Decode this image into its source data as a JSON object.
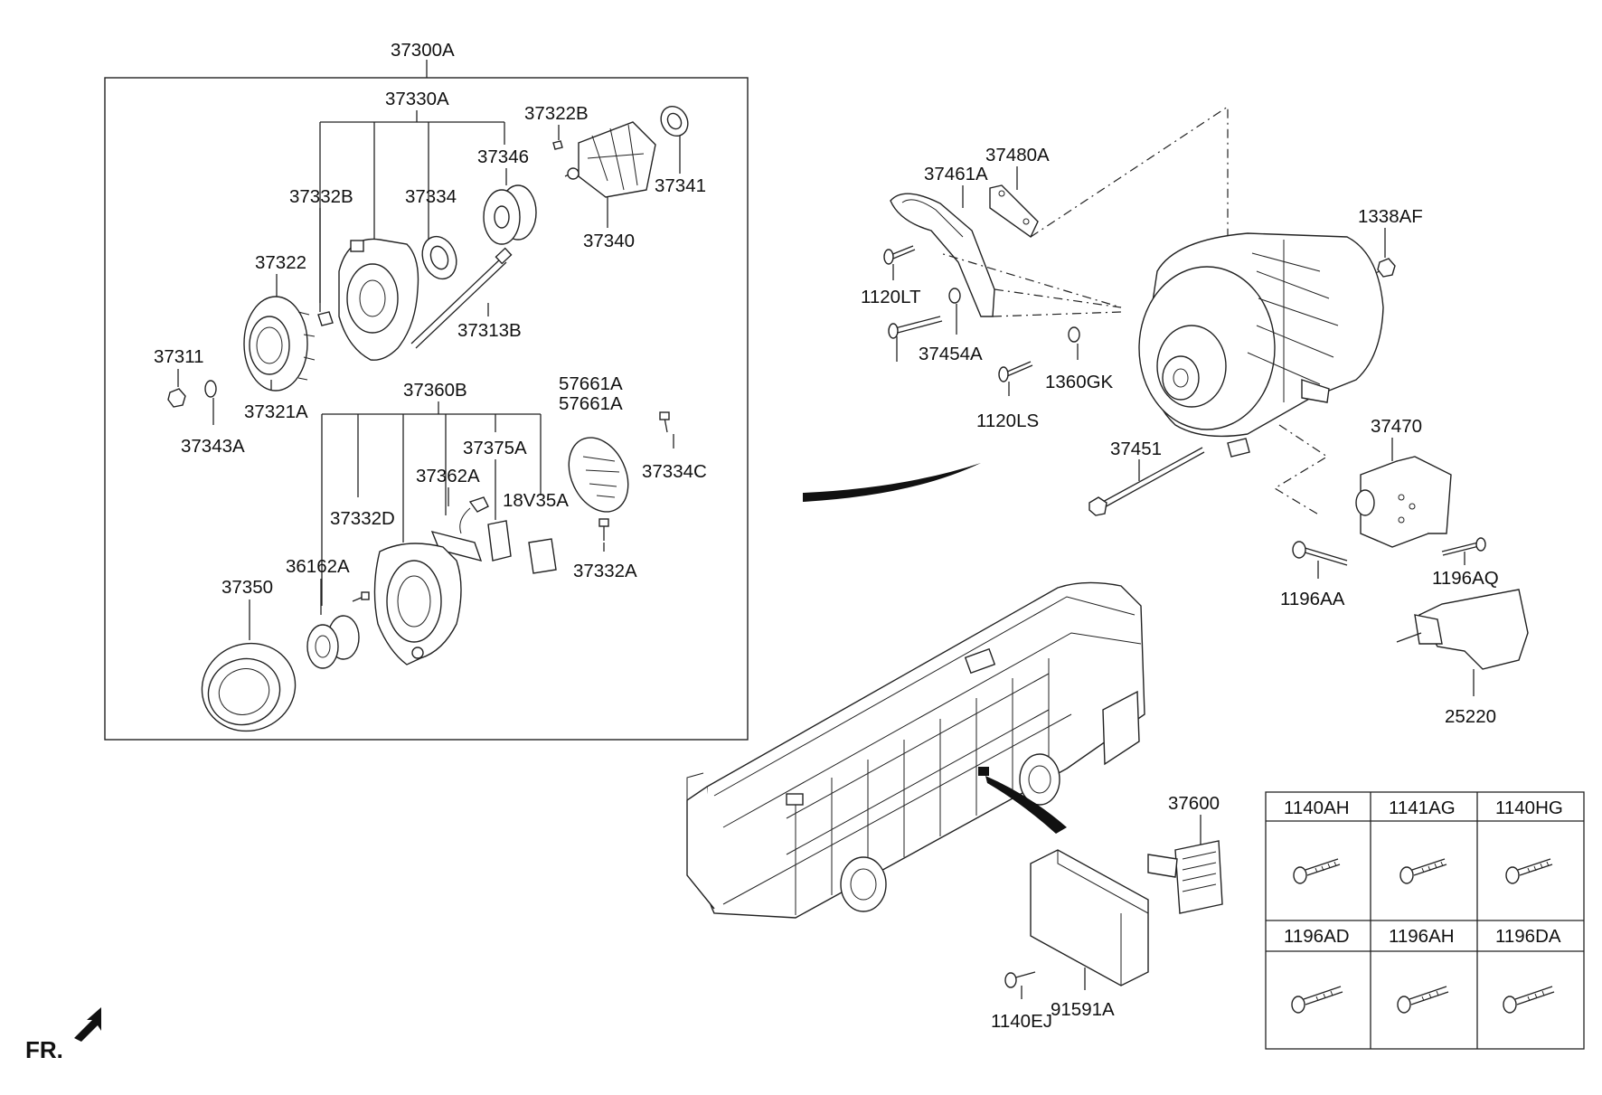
{
  "labels": {
    "l_37300A": "37300A",
    "l_37330A": "37330A",
    "l_37322B": "37322B",
    "l_37346": "37346",
    "l_37341": "37341",
    "l_37332B": "37332B",
    "l_37334": "37334",
    "l_37340": "37340",
    "l_37322": "37322",
    "l_37313B": "37313B",
    "l_37311": "37311",
    "l_37321A": "37321A",
    "l_37343A": "37343A",
    "l_37360B": "37360B",
    "l_57661A_1": "57661A",
    "l_57661A_2": "57661A",
    "l_37375A": "37375A",
    "l_37334C": "37334C",
    "l_37362A": "37362A",
    "l_18V35A": "18V35A",
    "l_37332D": "37332D",
    "l_37332A": "37332A",
    "l_36162A": "36162A",
    "l_37350": "37350",
    "l_37480A": "37480A",
    "l_37461A": "37461A",
    "l_1338AF": "1338AF",
    "l_1120LT": "1120LT",
    "l_37454A": "37454A",
    "l_1360GK": "1360GK",
    "l_1120LS": "1120LS",
    "l_37451": "37451",
    "l_37470": "37470",
    "l_1196AA": "1196AA",
    "l_1196AQ": "1196AQ",
    "l_25220": "25220",
    "l_37600": "37600",
    "l_1140EJ": "1140EJ",
    "l_91591A": "91591A",
    "fr": "FR."
  },
  "fastener_table": {
    "headers_top": [
      "1140AH",
      "1141AG",
      "1140HG"
    ],
    "headers_bottom": [
      "1196AD",
      "1196AH",
      "1196DA"
    ]
  },
  "icons": {
    "front_arrow": "fr-arrow-icon",
    "vehicle": "bus-illustration",
    "alternator": "alternator-illustration"
  }
}
